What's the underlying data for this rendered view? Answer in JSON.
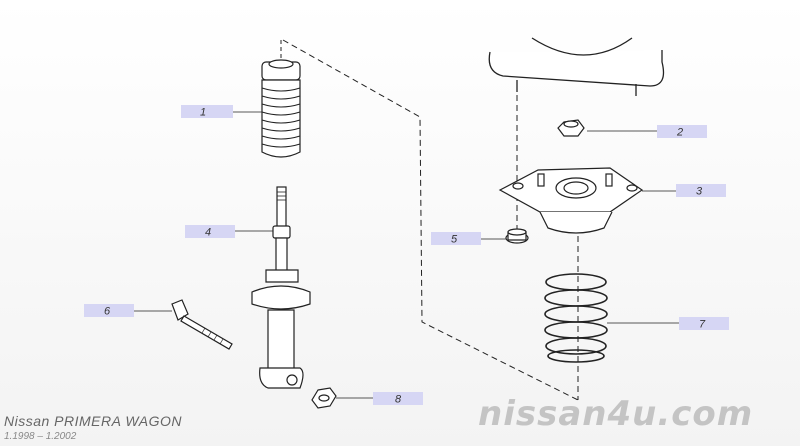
{
  "model": {
    "name": "Nissan PRIMERA WAGON",
    "dates": "1.1998 – 1.2002"
  },
  "watermark": "nissan4u.com",
  "callouts": [
    {
      "id": "1",
      "label": "1"
    },
    {
      "id": "2",
      "label": "2"
    },
    {
      "id": "3",
      "label": "3"
    },
    {
      "id": "4",
      "label": "4"
    },
    {
      "id": "5",
      "label": "5"
    },
    {
      "id": "6",
      "label": "6"
    },
    {
      "id": "7",
      "label": "7"
    },
    {
      "id": "8",
      "label": "8"
    }
  ],
  "colors": {
    "label_box": "#d6d6f4",
    "line": "#222222",
    "watermark": "#c4c4c4"
  }
}
